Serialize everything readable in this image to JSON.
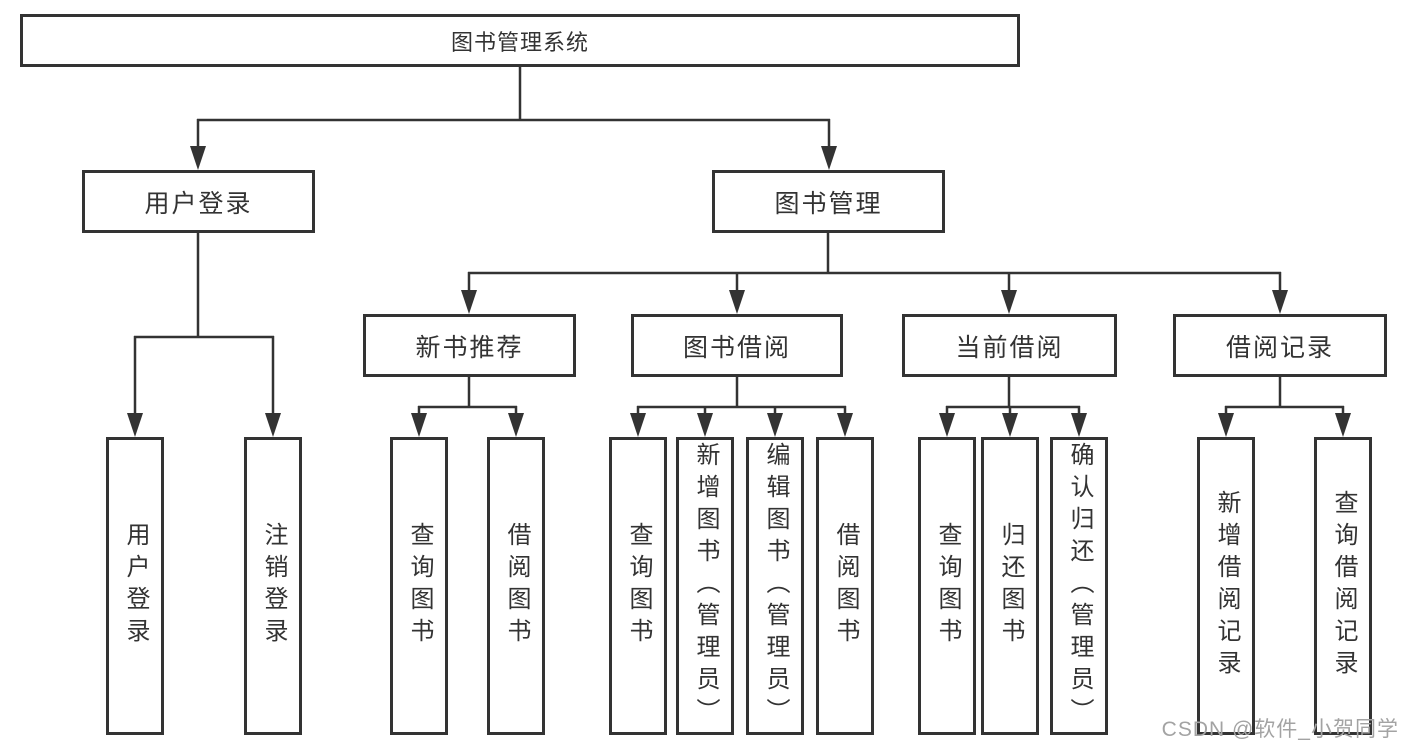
{
  "tree": {
    "root": {
      "label": "图书管理系统"
    },
    "branches": [
      {
        "label": "用户登录",
        "children": [
          {
            "label": "用户登录"
          },
          {
            "label": "注销登录"
          }
        ]
      },
      {
        "label": "图书管理",
        "sections": [
          {
            "label": "新书推荐",
            "children": [
              {
                "label": "查询图书"
              },
              {
                "label": "借阅图书"
              }
            ]
          },
          {
            "label": "图书借阅",
            "children": [
              {
                "label": "查询图书"
              },
              {
                "label": "新增图书（管理员）"
              },
              {
                "label": "编辑图书（管理员）"
              },
              {
                "label": "借阅图书"
              }
            ]
          },
          {
            "label": "当前借阅",
            "children": [
              {
                "label": "查询图书"
              },
              {
                "label": "归还图书"
              },
              {
                "label": "确认归还（管理员）"
              }
            ]
          },
          {
            "label": "借阅记录",
            "children": [
              {
                "label": "新增借阅记录"
              },
              {
                "label": "查询借阅记录"
              }
            ]
          }
        ]
      }
    ]
  },
  "watermark": {
    "text": "CSDN @软件_小贺同学"
  },
  "colors": {
    "line": "#333333",
    "text": "#333333",
    "background": "#ffffff",
    "watermark": "#a3a3a3"
  }
}
